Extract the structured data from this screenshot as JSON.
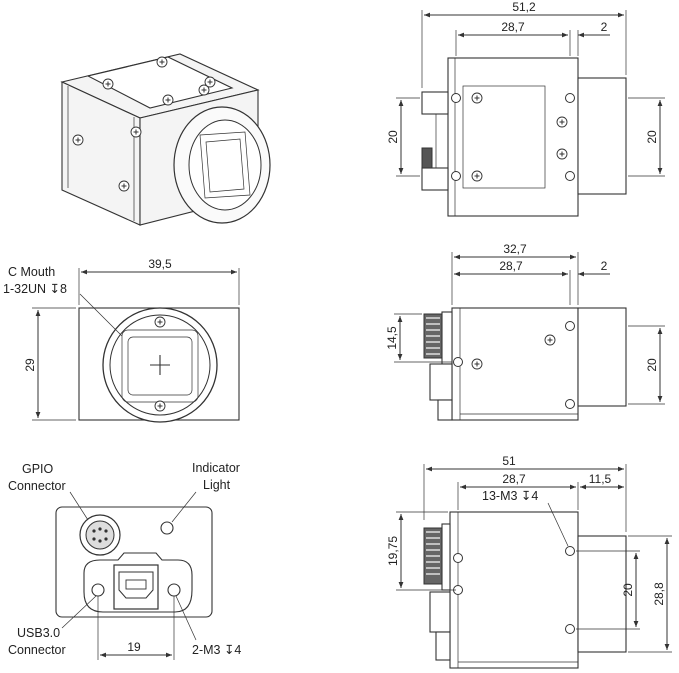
{
  "labels": {
    "c_mouth_1": "C Mouth",
    "c_mouth_2": "1-32UN ↧8",
    "gpio_1": "GPIO",
    "gpio_2": "Connector",
    "indicator_1": "Indicator",
    "indicator_2": "Light",
    "usb_1": "USB3.0",
    "usb_2": "Connector",
    "m3_bottom": "2-M3 ↧4",
    "m3_right": "13-M3 ↧4"
  },
  "dims": {
    "tr_overall": "51,2",
    "tr_body": "28,7",
    "tr_step": "2",
    "tr_left_h": "20",
    "tr_right_h": "20",
    "front_w": "39,5",
    "front_h": "29",
    "mr_overall": "32,7",
    "mr_body": "28,7",
    "mr_step": "2",
    "mr_left_h": "14,5",
    "mr_right_h": "20",
    "br_overall": "51",
    "br_body": "28,7",
    "br_lens": "11,5",
    "br_left_h": "19,75",
    "br_right_h1": "20",
    "br_right_h2": "28,8",
    "back_w": "19"
  },
  "icons": [
    "screw-icon",
    "crosshair-icon",
    "gpio-connector-icon",
    "usb-port-icon",
    "indicator-light-icon"
  ]
}
